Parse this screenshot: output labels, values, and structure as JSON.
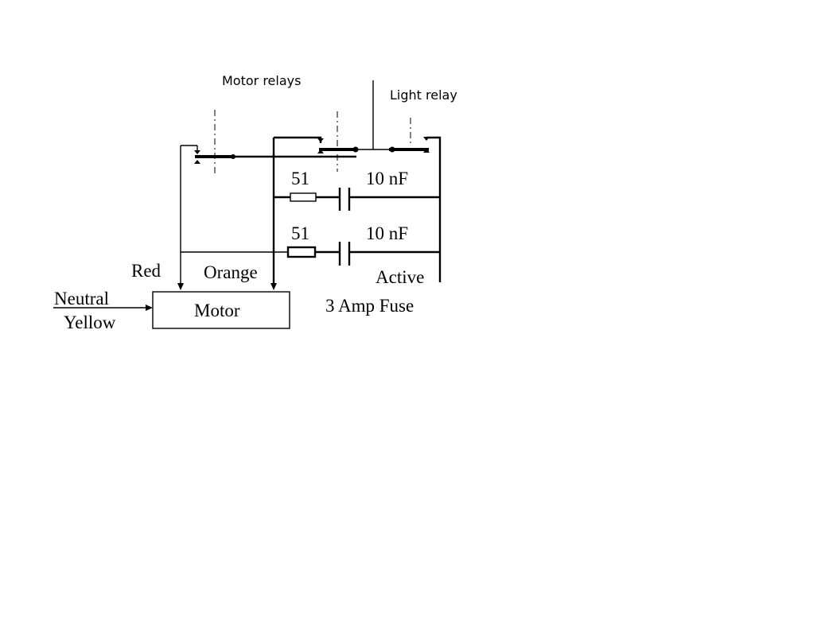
{
  "labels": {
    "motor_relays": "Motor relays",
    "light_relay": "Light relay",
    "resistor_1": "51",
    "capacitor_1": "10 nF",
    "resistor_2": "51",
    "capacitor_2": "10 nF",
    "red": "Red",
    "orange": "Orange",
    "active": "Active",
    "neutral": "Neutral",
    "yellow": "Yellow",
    "motor": "Motor",
    "fuse": "3 Amp Fuse"
  }
}
